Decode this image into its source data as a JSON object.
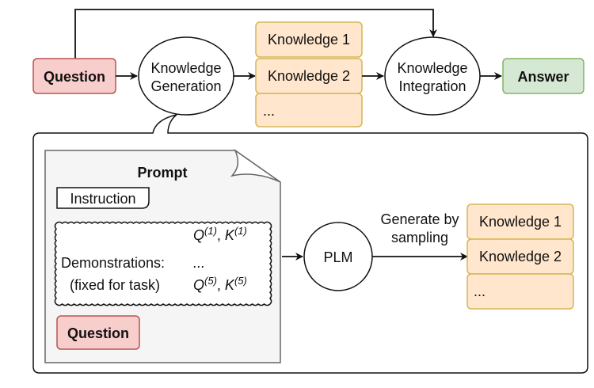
{
  "top_flow": {
    "question": "Question",
    "knowledge_generation_line1": "Knowledge",
    "knowledge_generation_line2": "Generation",
    "knowledge_items": [
      "Knowledge 1",
      "Knowledge 2",
      "..."
    ],
    "knowledge_integration_line1": "Knowledge",
    "knowledge_integration_line2": "Integration",
    "answer": "Answer"
  },
  "detail": {
    "prompt_title": "Prompt",
    "instruction": "Instruction",
    "demonstrations_label": "Demonstrations:",
    "demonstrations_note": "(fixed for task)",
    "demo_first": {
      "q": "Q",
      "q_sup": "(1)",
      "sep": ", ",
      "k": "K",
      "k_sup": "(1)"
    },
    "demo_ellipsis": "...",
    "demo_last": {
      "q": "Q",
      "q_sup": "(5)",
      "sep": ", ",
      "k": "K",
      "k_sup": "(5)"
    },
    "question": "Question",
    "plm": "PLM",
    "generate_line1": "Generate by",
    "generate_line2": "sampling",
    "knowledge_items": [
      "Knowledge 1",
      "Knowledge 2",
      "..."
    ]
  },
  "colors": {
    "question_fill": "#f8cecc",
    "question_stroke": "#b85450",
    "knowledge_fill": "#ffe6cc",
    "knowledge_stroke": "#d6b656",
    "answer_fill": "#d5e8d4",
    "answer_stroke": "#82b366",
    "prompt_fill": "#f5f5f5",
    "prompt_stroke": "#666666",
    "line": "#111111"
  }
}
